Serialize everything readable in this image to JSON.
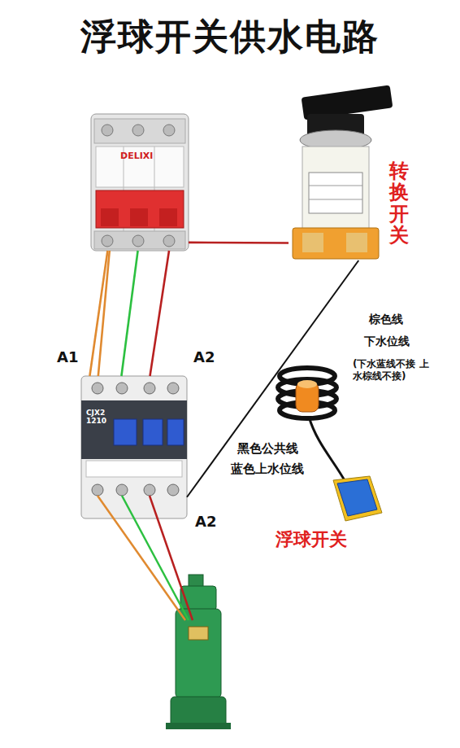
{
  "diagram": {
    "title": "浮球开关供水电路",
    "nodes": [
      {
        "text": [
          "DELIXI"
        ]
      },
      {
        "text": [
          "转换开关"
        ]
      },
      {
        "text": [
          "CJX2 1210"
        ]
      },
      {
        "text": [
          "浮球开关"
        ]
      }
    ],
    "edges": [
      {
        "from": 0,
        "to": 2,
        "arrow": "none"
      },
      {
        "from": 0,
        "to": 2,
        "arrow": "none"
      },
      {
        "from": 0,
        "to": 2,
        "arrow": "none"
      },
      {
        "from": 0,
        "to": 2,
        "arrow": "none"
      },
      {
        "from": 0,
        "to": 1,
        "arrow": "none"
      },
      {
        "from": 1,
        "to": 2,
        "arrow": "none"
      }
    ],
    "labels": [
      "A1",
      "A2",
      "A2",
      "棕色线",
      "下水位线",
      "(下水蓝线不接 上水棕线不接)",
      "黑色公共线",
      "蓝色上水位线"
    ]
  }
}
